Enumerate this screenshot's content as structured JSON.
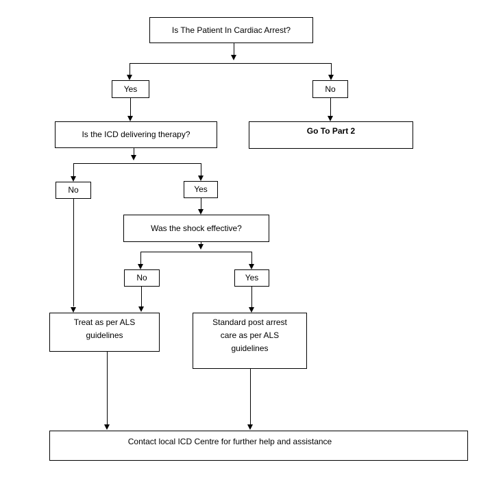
{
  "colors": {
    "line": "#000000",
    "background": "#ffffff",
    "text": "#000000"
  },
  "nodes": {
    "q_cardiac_arrest": {
      "label": "Is The Patient In Cardiac Arrest?"
    },
    "yes_cardiac": {
      "label": "Yes"
    },
    "no_cardiac": {
      "label": "No"
    },
    "q_icd_therapy": {
      "label": "Is the ICD delivering therapy?"
    },
    "go_to_part_2": {
      "label": "Go To Part 2"
    },
    "no_icd": {
      "label": "No"
    },
    "yes_icd": {
      "label": "Yes"
    },
    "q_shock_effective": {
      "label": "Was the shock effective?"
    },
    "no_shock": {
      "label": "No"
    },
    "yes_shock": {
      "label": "Yes"
    },
    "treat_als": {
      "lines": [
        "Treat as per ALS",
        "guidelines"
      ]
    },
    "standard_post_arrest": {
      "lines": [
        "Standard post arrest",
        "care as per ALS",
        "guidelines"
      ]
    },
    "contact_icd_centre": {
      "label": "Contact local ICD Centre for further help and assistance"
    }
  }
}
